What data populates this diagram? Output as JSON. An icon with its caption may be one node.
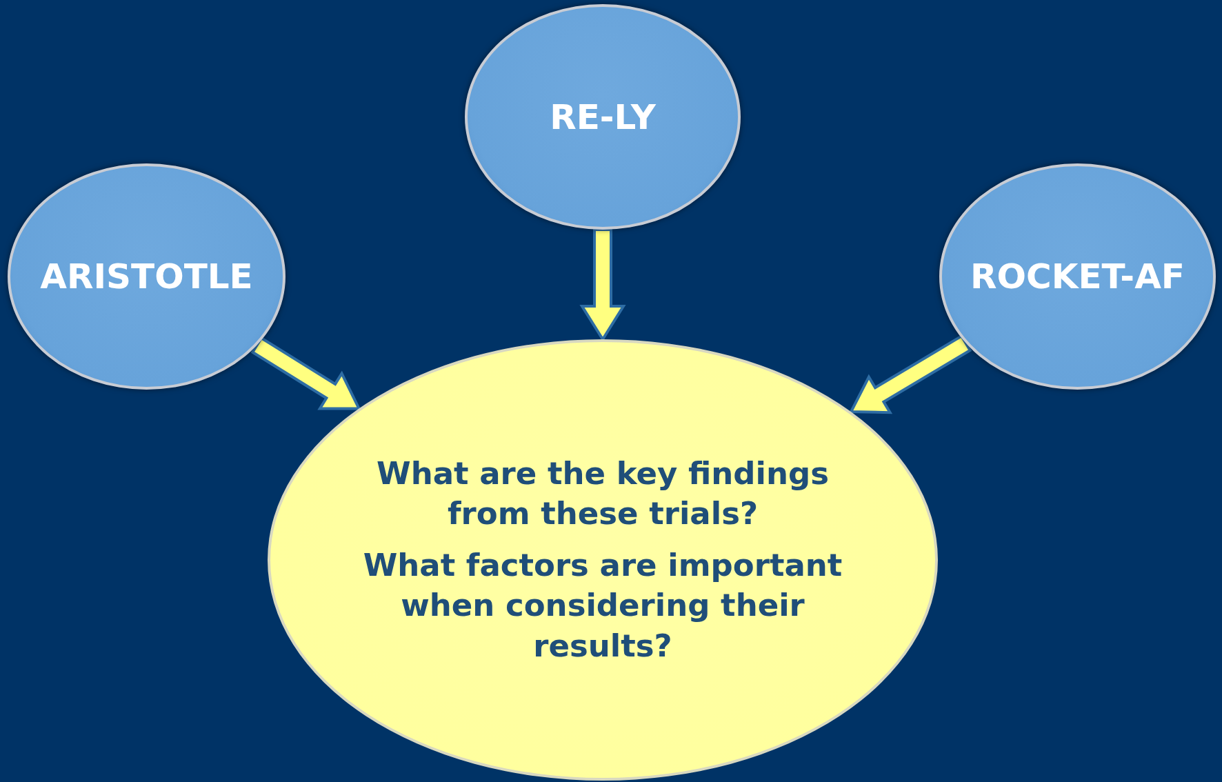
{
  "diagram": {
    "nodes": [
      {
        "text": [
          "RE-LY"
        ]
      },
      {
        "text": [
          "ARISTOTLE"
        ]
      },
      {
        "text": [
          "ROCKET-AF"
        ]
      },
      {
        "text": [
          "What are the key findings from these trials?",
          "What factors are important when considering their results?"
        ]
      }
    ],
    "edges": [
      {
        "from": 1,
        "to": 3,
        "arrow": "to"
      },
      {
        "from": 0,
        "to": 3,
        "arrow": "to"
      },
      {
        "from": 2,
        "to": 3,
        "arrow": "to"
      }
    ]
  }
}
